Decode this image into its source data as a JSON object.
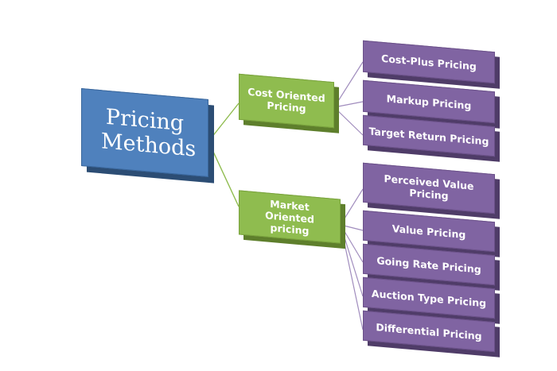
{
  "diagram": {
    "root": "Pricing Methods",
    "branches": [
      {
        "label": "Cost Oriented Pricing",
        "children": [
          "Cost-Plus Pricing",
          "Markup Pricing",
          "Target Return Pricing"
        ]
      },
      {
        "label": "Market Oriented pricing",
        "children": [
          "Perceived Value Pricing",
          "Value Pricing",
          "Going Rate Pricing",
          "Auction Type Pricing",
          "Differential Pricing"
        ]
      }
    ]
  },
  "colors": {
    "root": "#4f81bd",
    "branch": "#8fbc4f",
    "leaf": "#8064a2",
    "connector_cost": "#8fbc4f",
    "connector_market": "#a08cbd"
  }
}
